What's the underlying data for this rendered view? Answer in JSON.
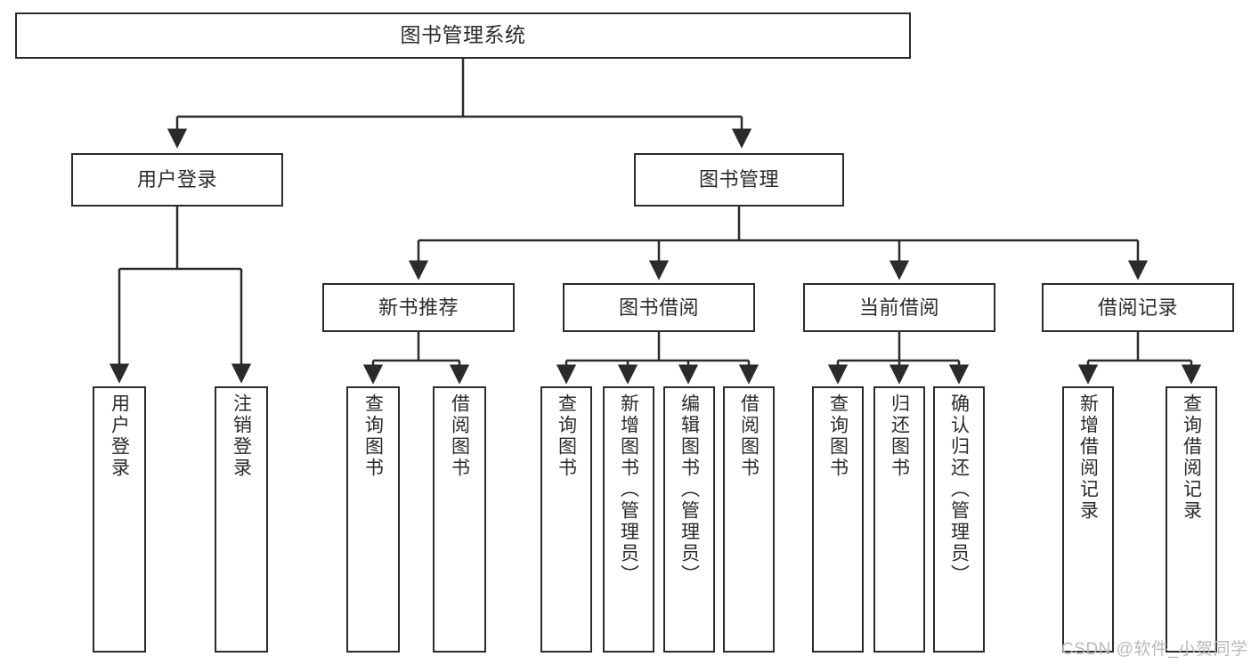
{
  "diagram": {
    "title": "图书管理系统",
    "type": "tree-hierarchy-diagram",
    "root": {
      "label": "图书管理系统"
    },
    "level1": [
      {
        "label": "用户登录"
      },
      {
        "label": "图书管理"
      }
    ],
    "level2": [
      {
        "label": "新书推荐"
      },
      {
        "label": "图书借阅"
      },
      {
        "label": "当前借阅"
      },
      {
        "label": "借阅记录"
      }
    ],
    "leaves": {
      "user_login": [
        {
          "label": "用户登录"
        },
        {
          "label": "注销登录"
        }
      ],
      "new_book_recommend": [
        {
          "label": "查询图书"
        },
        {
          "label": "借阅图书"
        }
      ],
      "book_borrow": [
        {
          "label": "查询图书"
        },
        {
          "label": "新增图书（管理员）"
        },
        {
          "label": "编辑图书（管理员）"
        },
        {
          "label": "借阅图书"
        }
      ],
      "current_borrow": [
        {
          "label": "查询图书"
        },
        {
          "label": "归还图书"
        },
        {
          "label": "确认归还（管理员）"
        }
      ],
      "borrow_record": [
        {
          "label": "新增借阅记录"
        },
        {
          "label": "查询借阅记录"
        }
      ]
    }
  },
  "watermark": {
    "text": "CSDN @软件_小贺同学"
  },
  "colors": {
    "stroke": "#2b2b2b",
    "fill": "#ffffff",
    "text": "#2b2b2b",
    "watermark": "#b9b9b9"
  }
}
